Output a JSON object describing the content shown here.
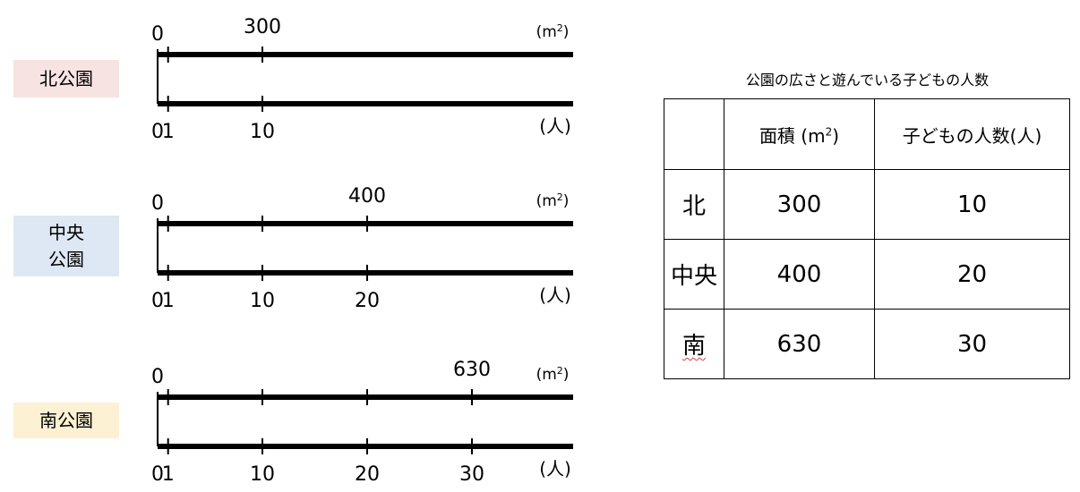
{
  "diagram": {
    "area_unit_prefix": "(m",
    "area_unit_exp": "2",
    "area_unit_suffix": ")",
    "people_unit": "(人)",
    "parks": [
      {
        "name_lines": [
          "北公園"
        ],
        "label_color": "#f8e3e3",
        "area": 300,
        "people": 10,
        "top_ticks": [
          1,
          10
        ],
        "bottom_ticks": [
          1,
          10
        ]
      },
      {
        "name_lines": [
          "中央",
          "公園"
        ],
        "label_color": "#dde8f4",
        "area": 400,
        "people": 20,
        "top_ticks": [
          1,
          10,
          20
        ],
        "bottom_ticks": [
          1,
          10,
          20
        ]
      },
      {
        "name_lines": [
          "南公園"
        ],
        "label_color": "#fdf1d3",
        "area": 630,
        "people": 30,
        "top_ticks": [
          1,
          10,
          20,
          30
        ],
        "bottom_ticks": [
          1,
          10,
          20,
          30
        ]
      }
    ]
  },
  "table": {
    "title": "公園の広さと遊んでいる子どもの人数",
    "headers": [
      "",
      "面積 (m",
      "2",
      ")",
      "子どもの人数(人)"
    ],
    "rows": [
      {
        "park": "北",
        "area": "300",
        "children": "10"
      },
      {
        "park": "中央",
        "area": "400",
        "children": "20"
      },
      {
        "park": "南",
        "area": "630",
        "children": "30"
      }
    ]
  }
}
